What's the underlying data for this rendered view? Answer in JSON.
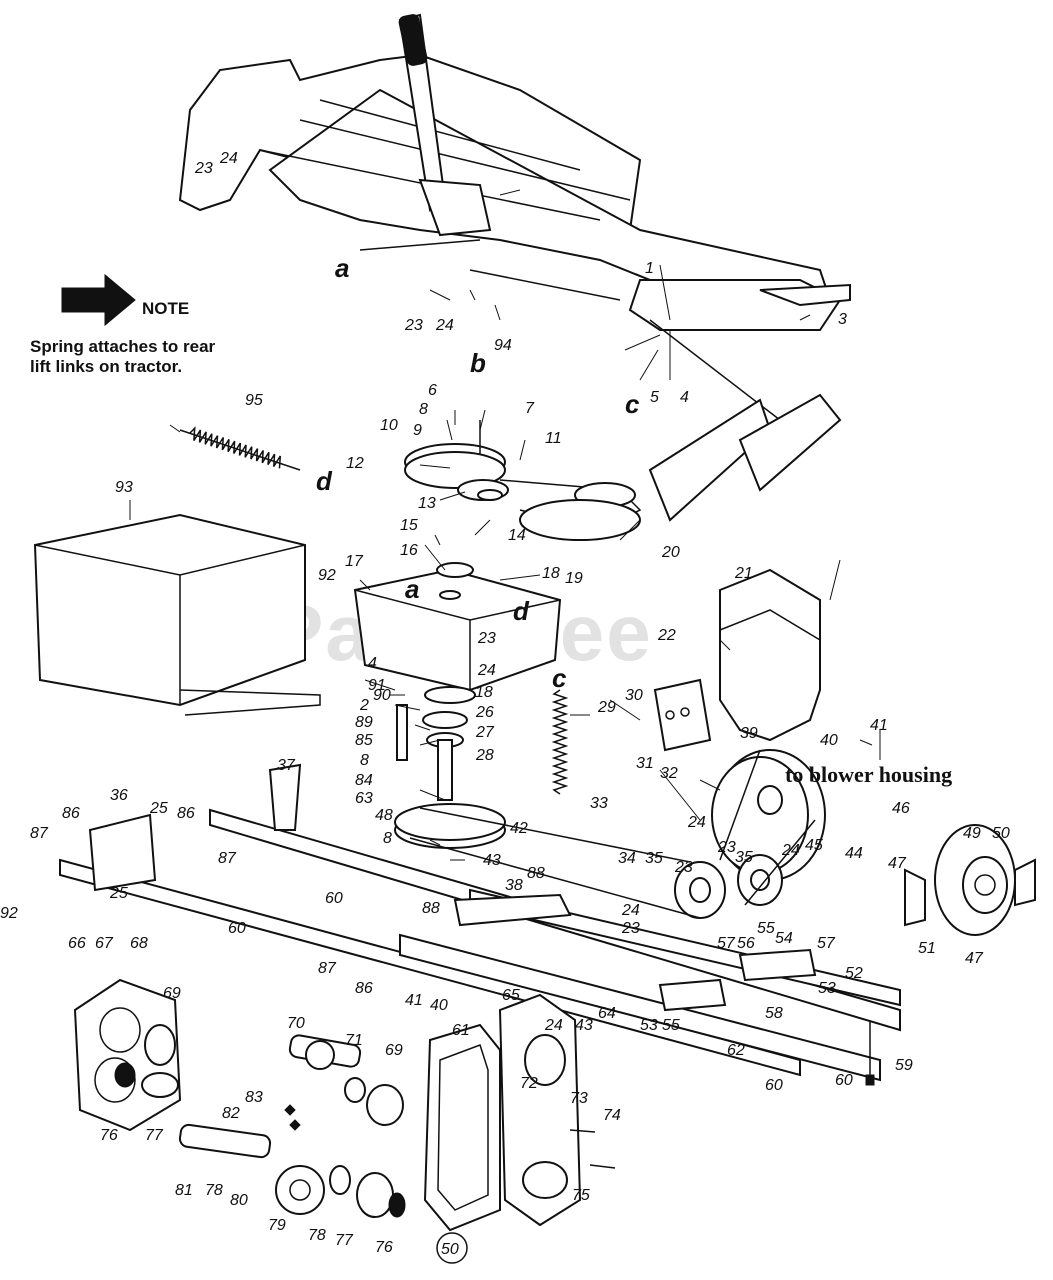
{
  "watermark": "PartsTree",
  "note": {
    "heading": "NOTE",
    "line1": "Spring attaches to rear",
    "line2": "lift links on tractor."
  },
  "callout_blower": "to blower housing",
  "circled_label": "50",
  "ref_letters": [
    "a",
    "b",
    "c",
    "d",
    "a",
    "d",
    "c"
  ],
  "part_numbers": [
    "23",
    "24",
    "1",
    "3",
    "23",
    "24",
    "94",
    "5",
    "4",
    "95",
    "6",
    "8",
    "9",
    "7",
    "10",
    "11",
    "12",
    "13",
    "14",
    "20",
    "93",
    "15",
    "16",
    "17",
    "18",
    "19",
    "92",
    "21",
    "22",
    "23",
    "24",
    "4",
    "91",
    "90",
    "18",
    "2",
    "89",
    "26",
    "85",
    "27",
    "28",
    "8",
    "84",
    "63",
    "29",
    "30",
    "39",
    "40",
    "41",
    "31",
    "32",
    "48",
    "8",
    "42",
    "43",
    "33",
    "34",
    "35",
    "23",
    "24",
    "23",
    "35",
    "24",
    "45",
    "44",
    "46",
    "47",
    "49",
    "50",
    "37",
    "36",
    "25",
    "86",
    "87",
    "86",
    "25",
    "87",
    "92",
    "60",
    "60",
    "38",
    "88",
    "88",
    "87",
    "86",
    "41",
    "40",
    "24",
    "23",
    "57",
    "56",
    "55",
    "54",
    "57",
    "51",
    "47",
    "52",
    "53",
    "58",
    "65",
    "24",
    "43",
    "64",
    "53",
    "55",
    "62",
    "66",
    "67",
    "68",
    "69",
    "70",
    "71",
    "69",
    "61",
    "72",
    "73",
    "74",
    "59",
    "60",
    "60",
    "76",
    "77",
    "82",
    "83",
    "81",
    "78",
    "80",
    "79",
    "78",
    "77",
    "76",
    "75"
  ]
}
